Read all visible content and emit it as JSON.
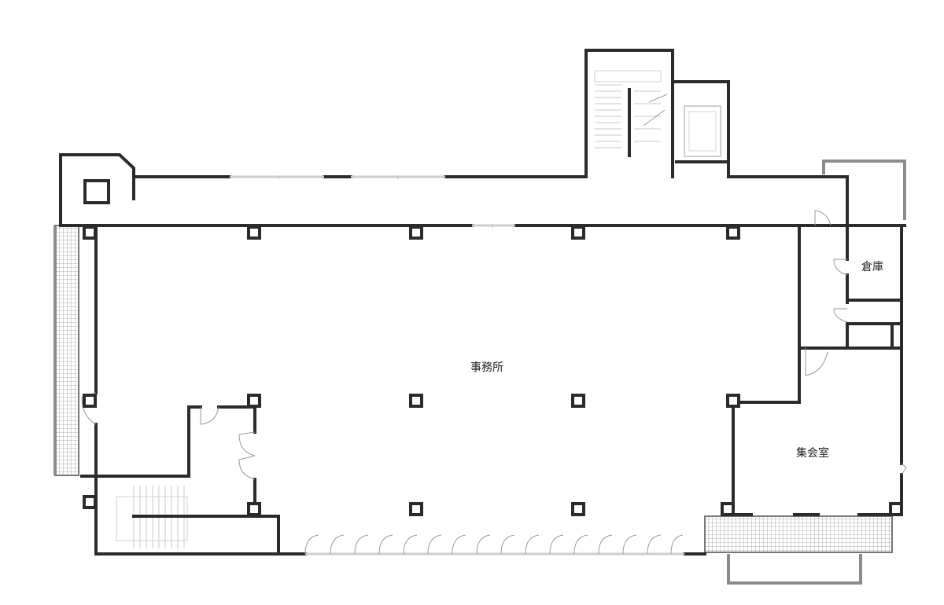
{
  "plan": {
    "rooms": {
      "office": "事務所",
      "storage": "倉庫",
      "meeting_room": "集会室"
    }
  }
}
